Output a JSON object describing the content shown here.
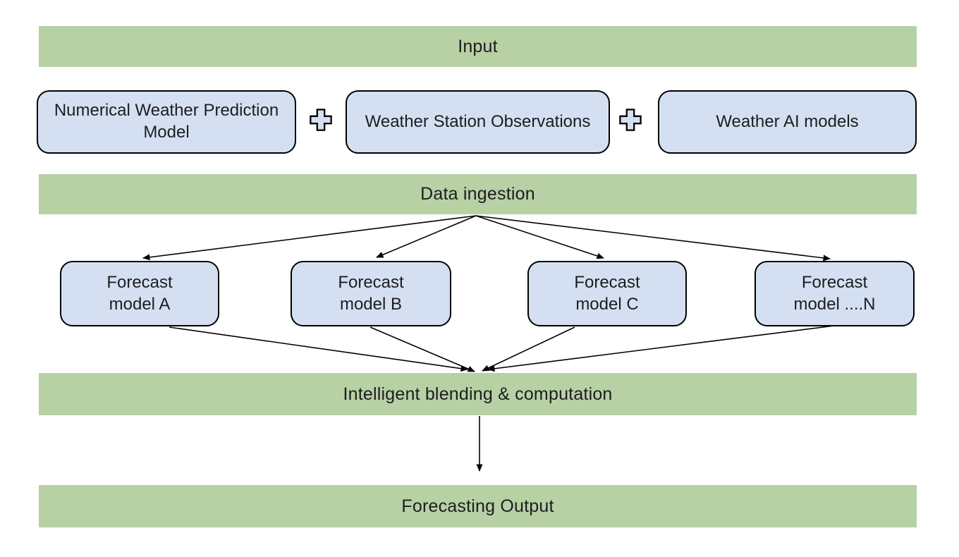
{
  "colors": {
    "banner_green": "#b7d1a5",
    "box_blue_fill": "#d4e0f2",
    "box_border": "#000000",
    "arrow": "#000000",
    "text": "#1c1d1f"
  },
  "banners": {
    "input": "Input",
    "data_ingestion": "Data ingestion",
    "blending": "Intelligent blending & computation",
    "output": "Forecasting Output"
  },
  "sources": [
    {
      "label": "Numerical Weather Prediction Model"
    },
    {
      "label": "Weather Station Observations"
    },
    {
      "label": "Weather AI models"
    }
  ],
  "plus_separator": "+",
  "forecast_models": [
    {
      "line1": "Forecast",
      "line2": "model A"
    },
    {
      "line1": "Forecast",
      "line2": "model B"
    },
    {
      "line1": "Forecast",
      "line2": "model C"
    },
    {
      "line1": "Forecast",
      "line2": "model ....N"
    }
  ]
}
